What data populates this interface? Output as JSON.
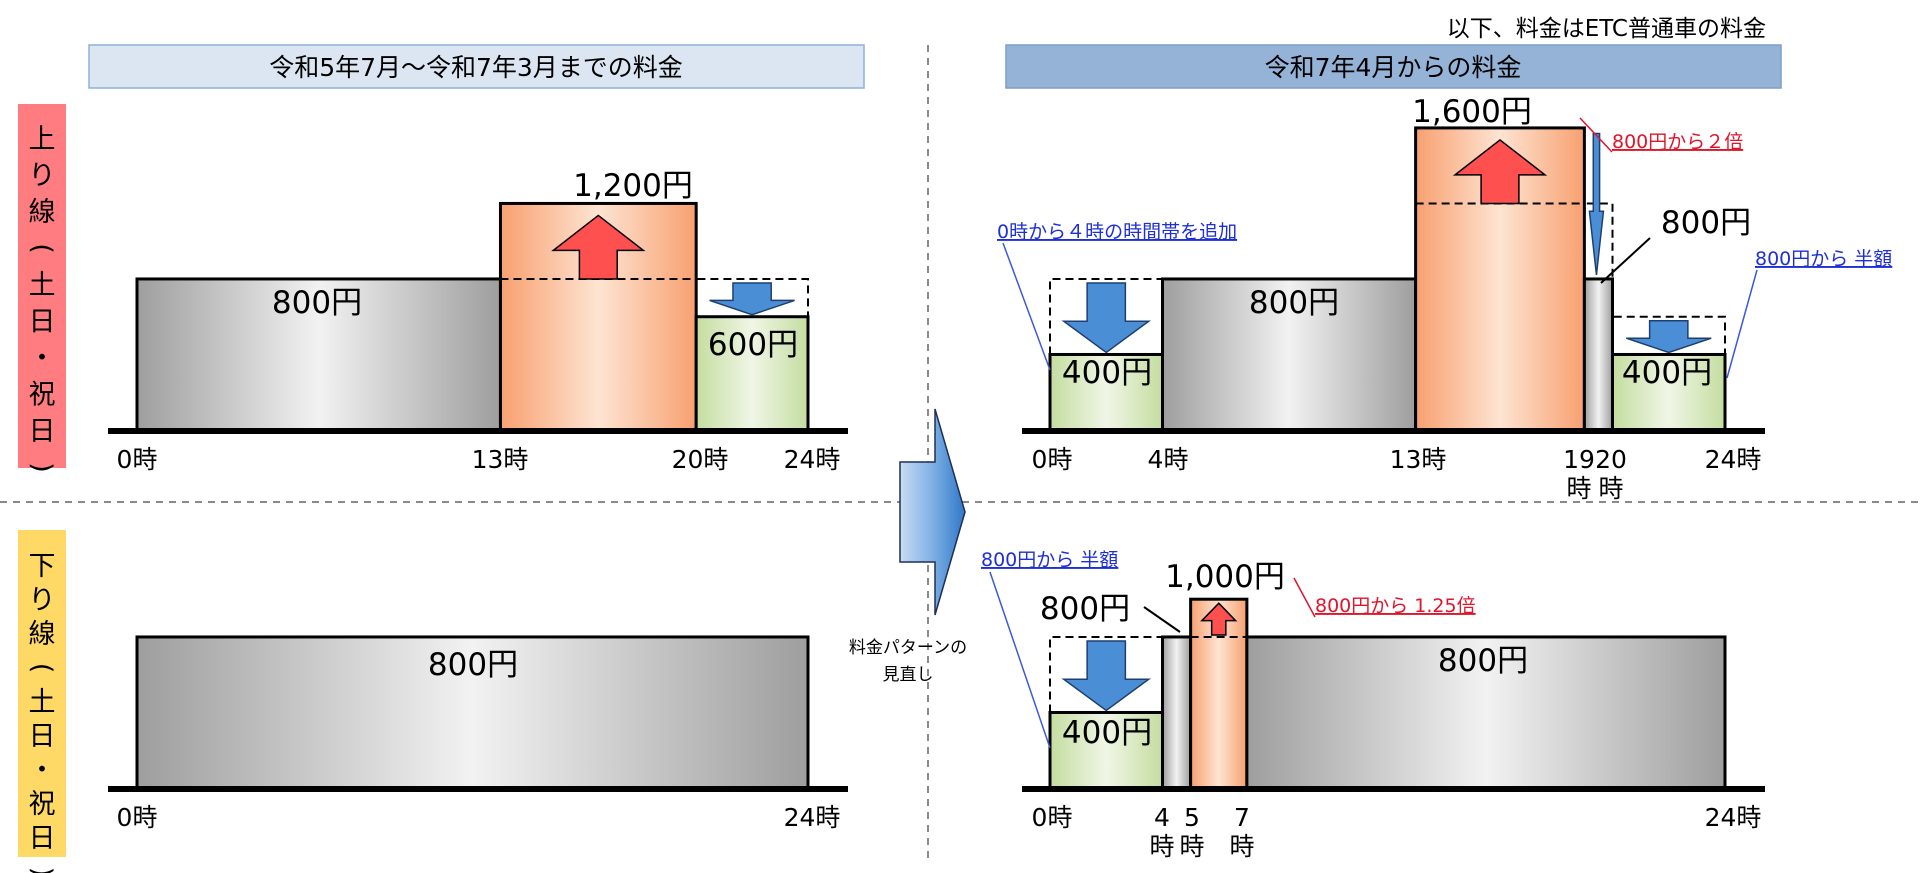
{
  "note": "以下、料金はETC普通車の料金",
  "headers": {
    "before": "令和5年7月～令和7年3月までの料金",
    "after": "令和7年4月からの料金"
  },
  "row_labels": {
    "up": "上り線（土日・祝日）",
    "down": "下り線（土日・祝日）"
  },
  "transition_label": [
    "料金パターンの",
    "見直し"
  ],
  "chart_data": [
    {
      "type": "bar",
      "title": "令和5年7月～令和7年3月までの料金",
      "subtitle": "上り線（土日・祝日）",
      "x_unit": "時",
      "segments": [
        {
          "from": 0,
          "to": 13,
          "value": 800,
          "label": "800円",
          "kind": "base"
        },
        {
          "from": 13,
          "to": 20,
          "value": 1200,
          "label": "1,200円",
          "kind": "up",
          "previous": 800
        },
        {
          "from": 20,
          "to": 24,
          "value": 600,
          "label": "600円",
          "kind": "down",
          "previous": 800
        }
      ],
      "ticks": [
        "0時",
        "13時",
        "20時",
        "24時"
      ]
    },
    {
      "type": "bar",
      "title": "令和5年7月～令和7年3月までの料金",
      "subtitle": "下り線（土日・祝日）",
      "x_unit": "時",
      "segments": [
        {
          "from": 0,
          "to": 24,
          "value": 800,
          "label": "800円",
          "kind": "base"
        }
      ],
      "ticks": [
        "0時",
        "24時"
      ]
    },
    {
      "type": "bar",
      "title": "令和7年4月からの料金",
      "subtitle": "上り線（土日・祝日）",
      "x_unit": "時",
      "segments": [
        {
          "from": 0,
          "to": 4,
          "value": 400,
          "label": "400円",
          "kind": "down",
          "previous": 800
        },
        {
          "from": 4,
          "to": 13,
          "value": 800,
          "label": "800円",
          "kind": "base"
        },
        {
          "from": 13,
          "to": 19,
          "value": 1600,
          "label": "1,600円",
          "kind": "up",
          "previous": 1200
        },
        {
          "from": 19,
          "to": 20,
          "value": 800,
          "label": "800円",
          "kind": "base",
          "previous": 1200
        },
        {
          "from": 20,
          "to": 24,
          "value": 400,
          "label": "400円",
          "kind": "down",
          "previous": 600
        }
      ],
      "ticks": [
        "0時",
        "4時",
        "13時",
        "19",
        "20",
        "24時"
      ],
      "tick_sub": [
        "時",
        "時"
      ],
      "annotations": [
        {
          "text": "0時から４時の時間帯を追加",
          "color": "#1f2fd6"
        },
        {
          "text": "800円から２倍",
          "color": "#e0142a"
        },
        {
          "text": "800円から 半額",
          "color": "#1f2fd6"
        }
      ]
    },
    {
      "type": "bar",
      "title": "令和7年4月からの料金",
      "subtitle": "下り線（土日・祝日）",
      "x_unit": "時",
      "segments": [
        {
          "from": 0,
          "to": 4,
          "value": 400,
          "label": "400円",
          "kind": "down",
          "previous": 800
        },
        {
          "from": 4,
          "to": 5,
          "value": 800,
          "label": "800円",
          "kind": "base"
        },
        {
          "from": 5,
          "to": 7,
          "value": 1000,
          "label": "1,000円",
          "kind": "up",
          "previous": 800
        },
        {
          "from": 7,
          "to": 24,
          "value": 800,
          "label": "800円",
          "kind": "base"
        }
      ],
      "ticks": [
        "0時",
        "4",
        "5",
        "7",
        "24時"
      ],
      "tick_sub": [
        "時",
        "時",
        "時"
      ],
      "annotations": [
        {
          "text": "800円から 半額",
          "color": "#1f2fd6"
        },
        {
          "text": "800円から 1.25倍",
          "color": "#e0142a"
        }
      ]
    }
  ],
  "colors": {
    "header_before": "#dce6f2",
    "header_after": "#95b3d7",
    "up_label_bg": "#ff7c80",
    "down_label_bg": "#ffd966",
    "base_bar": "gray-gradient",
    "up_bar": "orange-gradient",
    "down_bar": "green-gradient",
    "up_arrow": "#ff5050",
    "down_arrow": "#3a87d6",
    "transition_arrow": "#4f8fd4"
  }
}
